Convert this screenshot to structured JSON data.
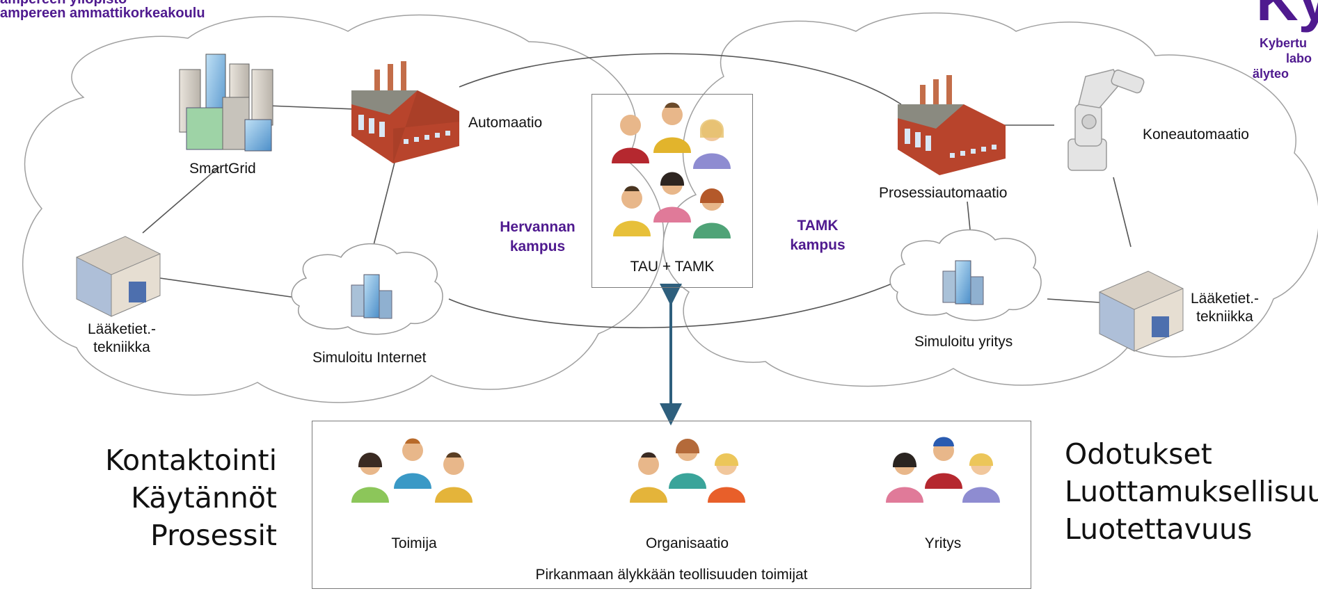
{
  "header": {
    "org_line1": "ampereen yliopisto",
    "org_line2": "ampereen ammattikorkeakoulu",
    "logo_text": "Ky",
    "logo_sub1": "Kybertu",
    "logo_sub2": "labo",
    "logo_sub3": "älyteo"
  },
  "colors": {
    "purple": "#4f1a8f",
    "arrow": "#2e5f7d",
    "factory_brick": "#b8442c",
    "cloud_stroke": "#9a9a9a"
  },
  "left_cloud": {
    "smartgrid": "SmartGrid",
    "automaatio": "Automaatio",
    "laaketiet_1": "Lääketiet.-",
    "laaketiet_2": "tekniikka",
    "internet": "Simuloitu Internet",
    "campus_1": "Hervannan",
    "campus_2": "kampus"
  },
  "center_box": {
    "label": "TAU + TAMK"
  },
  "right_cloud": {
    "prosessi": "Prosessiautomaatio",
    "koneautomaatio": "Koneautomaatio",
    "laaketiet_1": "Lääketiet.-",
    "laaketiet_2": "tekniikka",
    "yritys": "Simuloitu yritys",
    "campus_1": "TAMK",
    "campus_2": "kampus"
  },
  "bottom_box": {
    "toimija": "Toimija",
    "organisaatio": "Organisaatio",
    "yritys": "Yritys",
    "caption": "Pirkanmaan älykkään teollisuuden toimijat"
  },
  "left_list": [
    "Kontaktointi",
    "Käytännöt",
    "Prosessit"
  ],
  "right_list": [
    "Odotukset",
    "Luottamuksellisuus",
    "Luotettavuus"
  ]
}
